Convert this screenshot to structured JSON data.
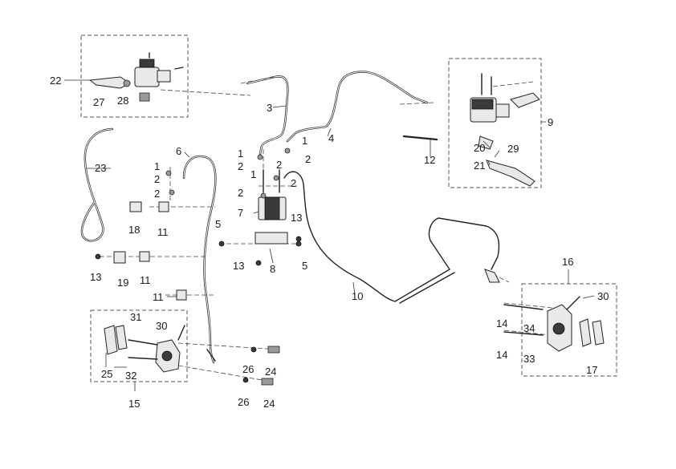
{
  "diagram": {
    "callouts": [
      {
        "id": "c22",
        "text": "22"
      },
      {
        "id": "c27",
        "text": "27"
      },
      {
        "id": "c28",
        "text": "28"
      },
      {
        "id": "c3",
        "text": "3"
      },
      {
        "id": "c4",
        "text": "4"
      },
      {
        "id": "c9",
        "text": "9"
      },
      {
        "id": "c12",
        "text": "12"
      },
      {
        "id": "c20",
        "text": "20"
      },
      {
        "id": "c29",
        "text": "29"
      },
      {
        "id": "c21",
        "text": "21"
      },
      {
        "id": "c23",
        "text": "23"
      },
      {
        "id": "c6",
        "text": "6"
      },
      {
        "id": "c1a",
        "text": "1"
      },
      {
        "id": "c2a",
        "text": "2"
      },
      {
        "id": "c1b",
        "text": "1"
      },
      {
        "id": "c2b",
        "text": "2"
      },
      {
        "id": "c1c",
        "text": "1"
      },
      {
        "id": "c2c",
        "text": "2"
      },
      {
        "id": "c1d",
        "text": "1"
      },
      {
        "id": "c2d",
        "text": "2"
      },
      {
        "id": "c2e",
        "text": "2"
      },
      {
        "id": "c2f",
        "text": "2"
      },
      {
        "id": "c2g",
        "text": "2"
      },
      {
        "id": "c7",
        "text": "7"
      },
      {
        "id": "c18",
        "text": "18"
      },
      {
        "id": "c11a",
        "text": "11"
      },
      {
        "id": "c13a",
        "text": "13"
      },
      {
        "id": "c5a",
        "text": "5"
      },
      {
        "id": "c5b",
        "text": "5"
      },
      {
        "id": "c8",
        "text": "8"
      },
      {
        "id": "c13b",
        "text": "13"
      },
      {
        "id": "c13c",
        "text": "13"
      },
      {
        "id": "c19",
        "text": "19"
      },
      {
        "id": "c11b",
        "text": "11"
      },
      {
        "id": "c10",
        "text": "10"
      },
      {
        "id": "c11c",
        "text": "11"
      },
      {
        "id": "c16",
        "text": "16"
      },
      {
        "id": "c30a",
        "text": "30"
      },
      {
        "id": "c31",
        "text": "31"
      },
      {
        "id": "c30b",
        "text": "30"
      },
      {
        "id": "c14a",
        "text": "14"
      },
      {
        "id": "c34",
        "text": "34"
      },
      {
        "id": "c14b",
        "text": "14"
      },
      {
        "id": "c33",
        "text": "33"
      },
      {
        "id": "c17",
        "text": "17"
      },
      {
        "id": "c25",
        "text": "25"
      },
      {
        "id": "c32",
        "text": "32"
      },
      {
        "id": "c15",
        "text": "15"
      },
      {
        "id": "c26a",
        "text": "26"
      },
      {
        "id": "c24a",
        "text": "24"
      },
      {
        "id": "c26b",
        "text": "26"
      },
      {
        "id": "c24b",
        "text": "24"
      }
    ]
  }
}
